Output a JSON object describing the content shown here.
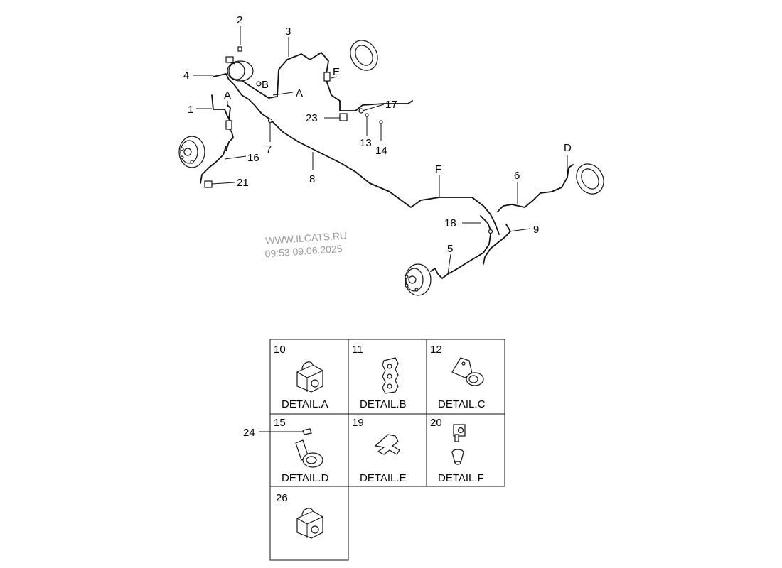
{
  "watermark": {
    "line1": "WWW.ILCATS.RU",
    "line2": "09:53 09.06.2025"
  },
  "callouts": {
    "n1": "1",
    "n2": "2",
    "n3": "3",
    "n4": "4",
    "n5": "5",
    "n6": "6",
    "n7": "7",
    "n8": "8",
    "n9": "9",
    "n13": "13",
    "n14": "14",
    "n16": "16",
    "n17": "17",
    "n18": "18",
    "n21": "21",
    "n23": "23",
    "n24": "24"
  },
  "letters": {
    "a_upper": "A",
    "a_mid": "A",
    "b": "B",
    "d": "D",
    "e": "E",
    "f": "F"
  },
  "details": [
    {
      "num": "10",
      "title": "DETAIL.A"
    },
    {
      "num": "11",
      "title": "DETAIL.B"
    },
    {
      "num": "12",
      "title": "DETAIL.C"
    },
    {
      "num": "15",
      "title": "DETAIL.D"
    },
    {
      "num": "19",
      "title": "DETAIL.E"
    },
    {
      "num": "20",
      "title": "DETAIL.F"
    },
    {
      "num": "26",
      "title": ""
    }
  ]
}
